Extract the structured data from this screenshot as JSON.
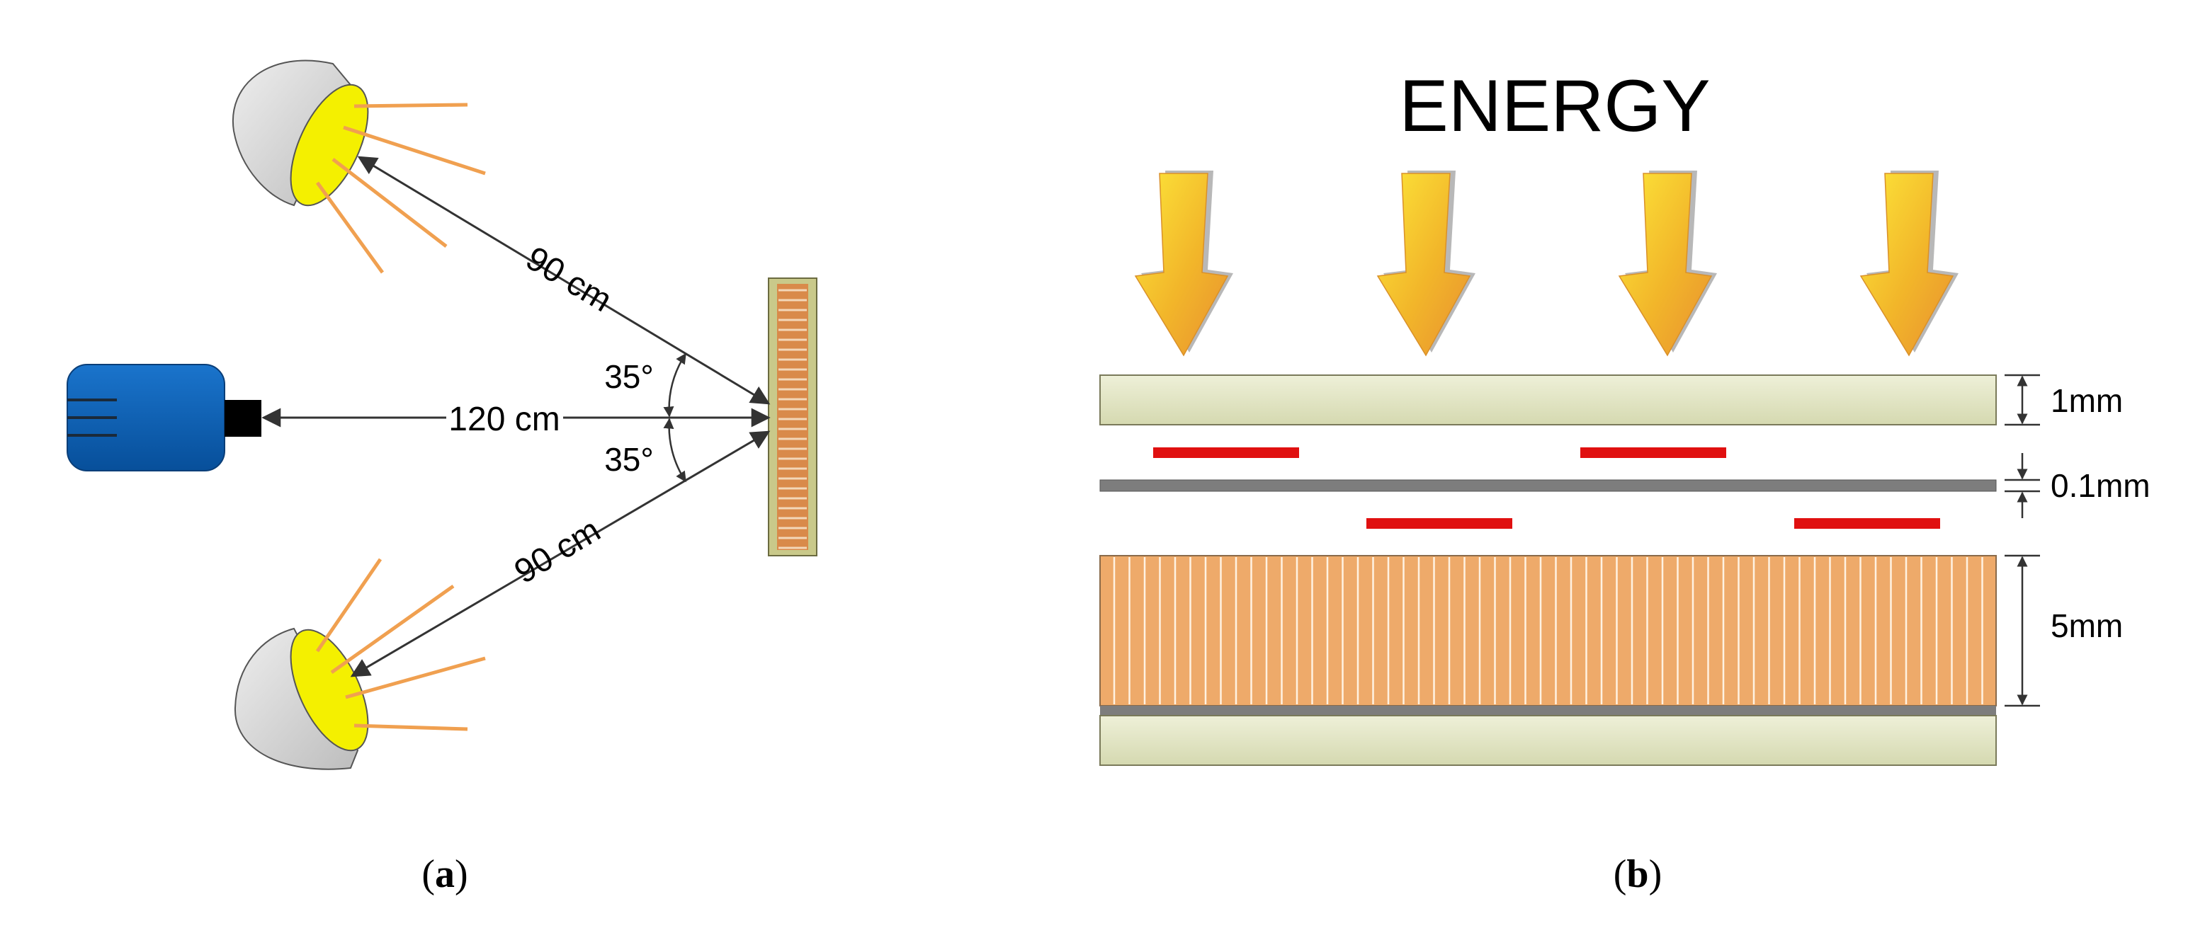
{
  "panel_a": {
    "caption_letter": "a",
    "dist_upper": "90 cm",
    "dist_camera": "120 cm",
    "dist_lower": "90 cm",
    "angle_upper": "35°",
    "angle_lower": "35°"
  },
  "panel_b": {
    "caption_letter": "b",
    "title": "ENERGY",
    "dim_top_layer": "1mm",
    "dim_gap_layer": "0.1mm",
    "dim_core": "5mm"
  },
  "colors": {
    "lamp_shell": "#d6d6d6",
    "lamp_face": "#f4f000",
    "ray": "#f0a050",
    "camera_body": "#0a5fb4",
    "sample": "#d98a4a",
    "skin": "#e0e2c4",
    "heater": "#e01010",
    "core": "#eeaa6a",
    "arrow_fill": "#f2b62a"
  }
}
